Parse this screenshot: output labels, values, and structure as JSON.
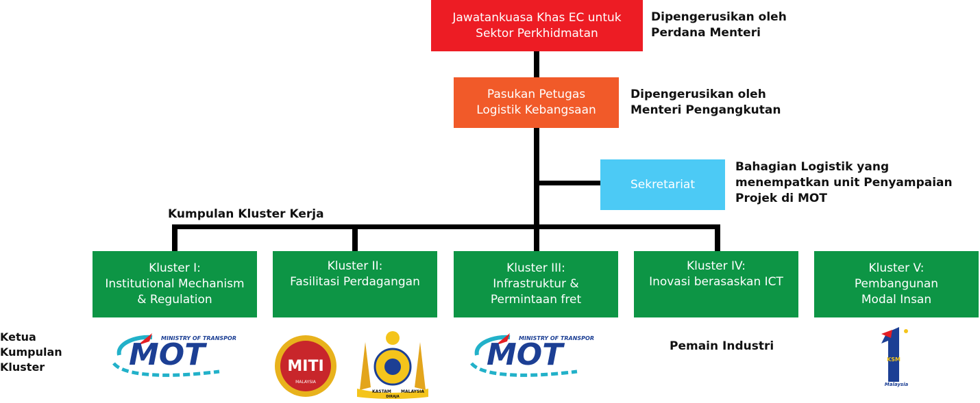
{
  "colors": {
    "top_box": "#ed1c24",
    "task_force_box": "#f15a29",
    "secretariat_box": "#4ccaf5",
    "cluster_box": "#0d9545",
    "line": "#000000",
    "mot_blue": "#1c3f94",
    "mot_red": "#e31e24",
    "mot_teal": "#22b1c9"
  },
  "nodes": {
    "top": {
      "label": "Jawatankuasa Khas EC untuk\nSektor Perkhidmatan",
      "note": "Dipengerusikan oleh\nPerdana Menteri"
    },
    "task_force": {
      "label": "Pasukan Petugas\nLogistik Kebangsaan",
      "note": "Dipengerusikan oleh\nMenteri Pengangkutan"
    },
    "secretariat": {
      "label": "Sekretariat",
      "note": "Bahagian Logistik yang\nmenempatkan unit Penyampaian\nProjek di MOT"
    }
  },
  "working_group_label": "Kumpulan Kluster Kerja",
  "clusters": [
    {
      "label": "Kluster I:\nInstitutional Mechanism\n& Regulation"
    },
    {
      "label": "Kluster II:\nFasilitasi Perdagangan"
    },
    {
      "label": "Kluster III:\nInfrastruktur &\nPermintaan fret"
    },
    {
      "label": "Kluster IV:\nInovasi berasaskan ICT"
    },
    {
      "label": "Kluster V:\nPembangunan\nModal Insan"
    }
  ],
  "leaders_label": "Ketua\nKumpulan\nKluster",
  "leaders": {
    "cluster1": {
      "logo": "mot-logo",
      "text": "MOT",
      "subtext": "MINISTRY OF TRANSPORT"
    },
    "cluster2": [
      {
        "logo": "miti-logo",
        "text": "MITI",
        "subtext": "MALAYSIA"
      },
      {
        "logo": "kastam-crest-logo",
        "text": "KASTAM",
        "subtext": "MALAYSIA",
        "motto": "DIRAJA"
      }
    ],
    "cluster3": {
      "logo": "mot-logo",
      "text": "MOT",
      "subtext": "MINISTRY OF TRANSPORT"
    },
    "cluster4": {
      "text": "Pemain Industri"
    },
    "cluster5": {
      "logo": "1ksm-logo",
      "text": "1",
      "subtext": "KSM",
      "caption": "Malaysia"
    }
  }
}
